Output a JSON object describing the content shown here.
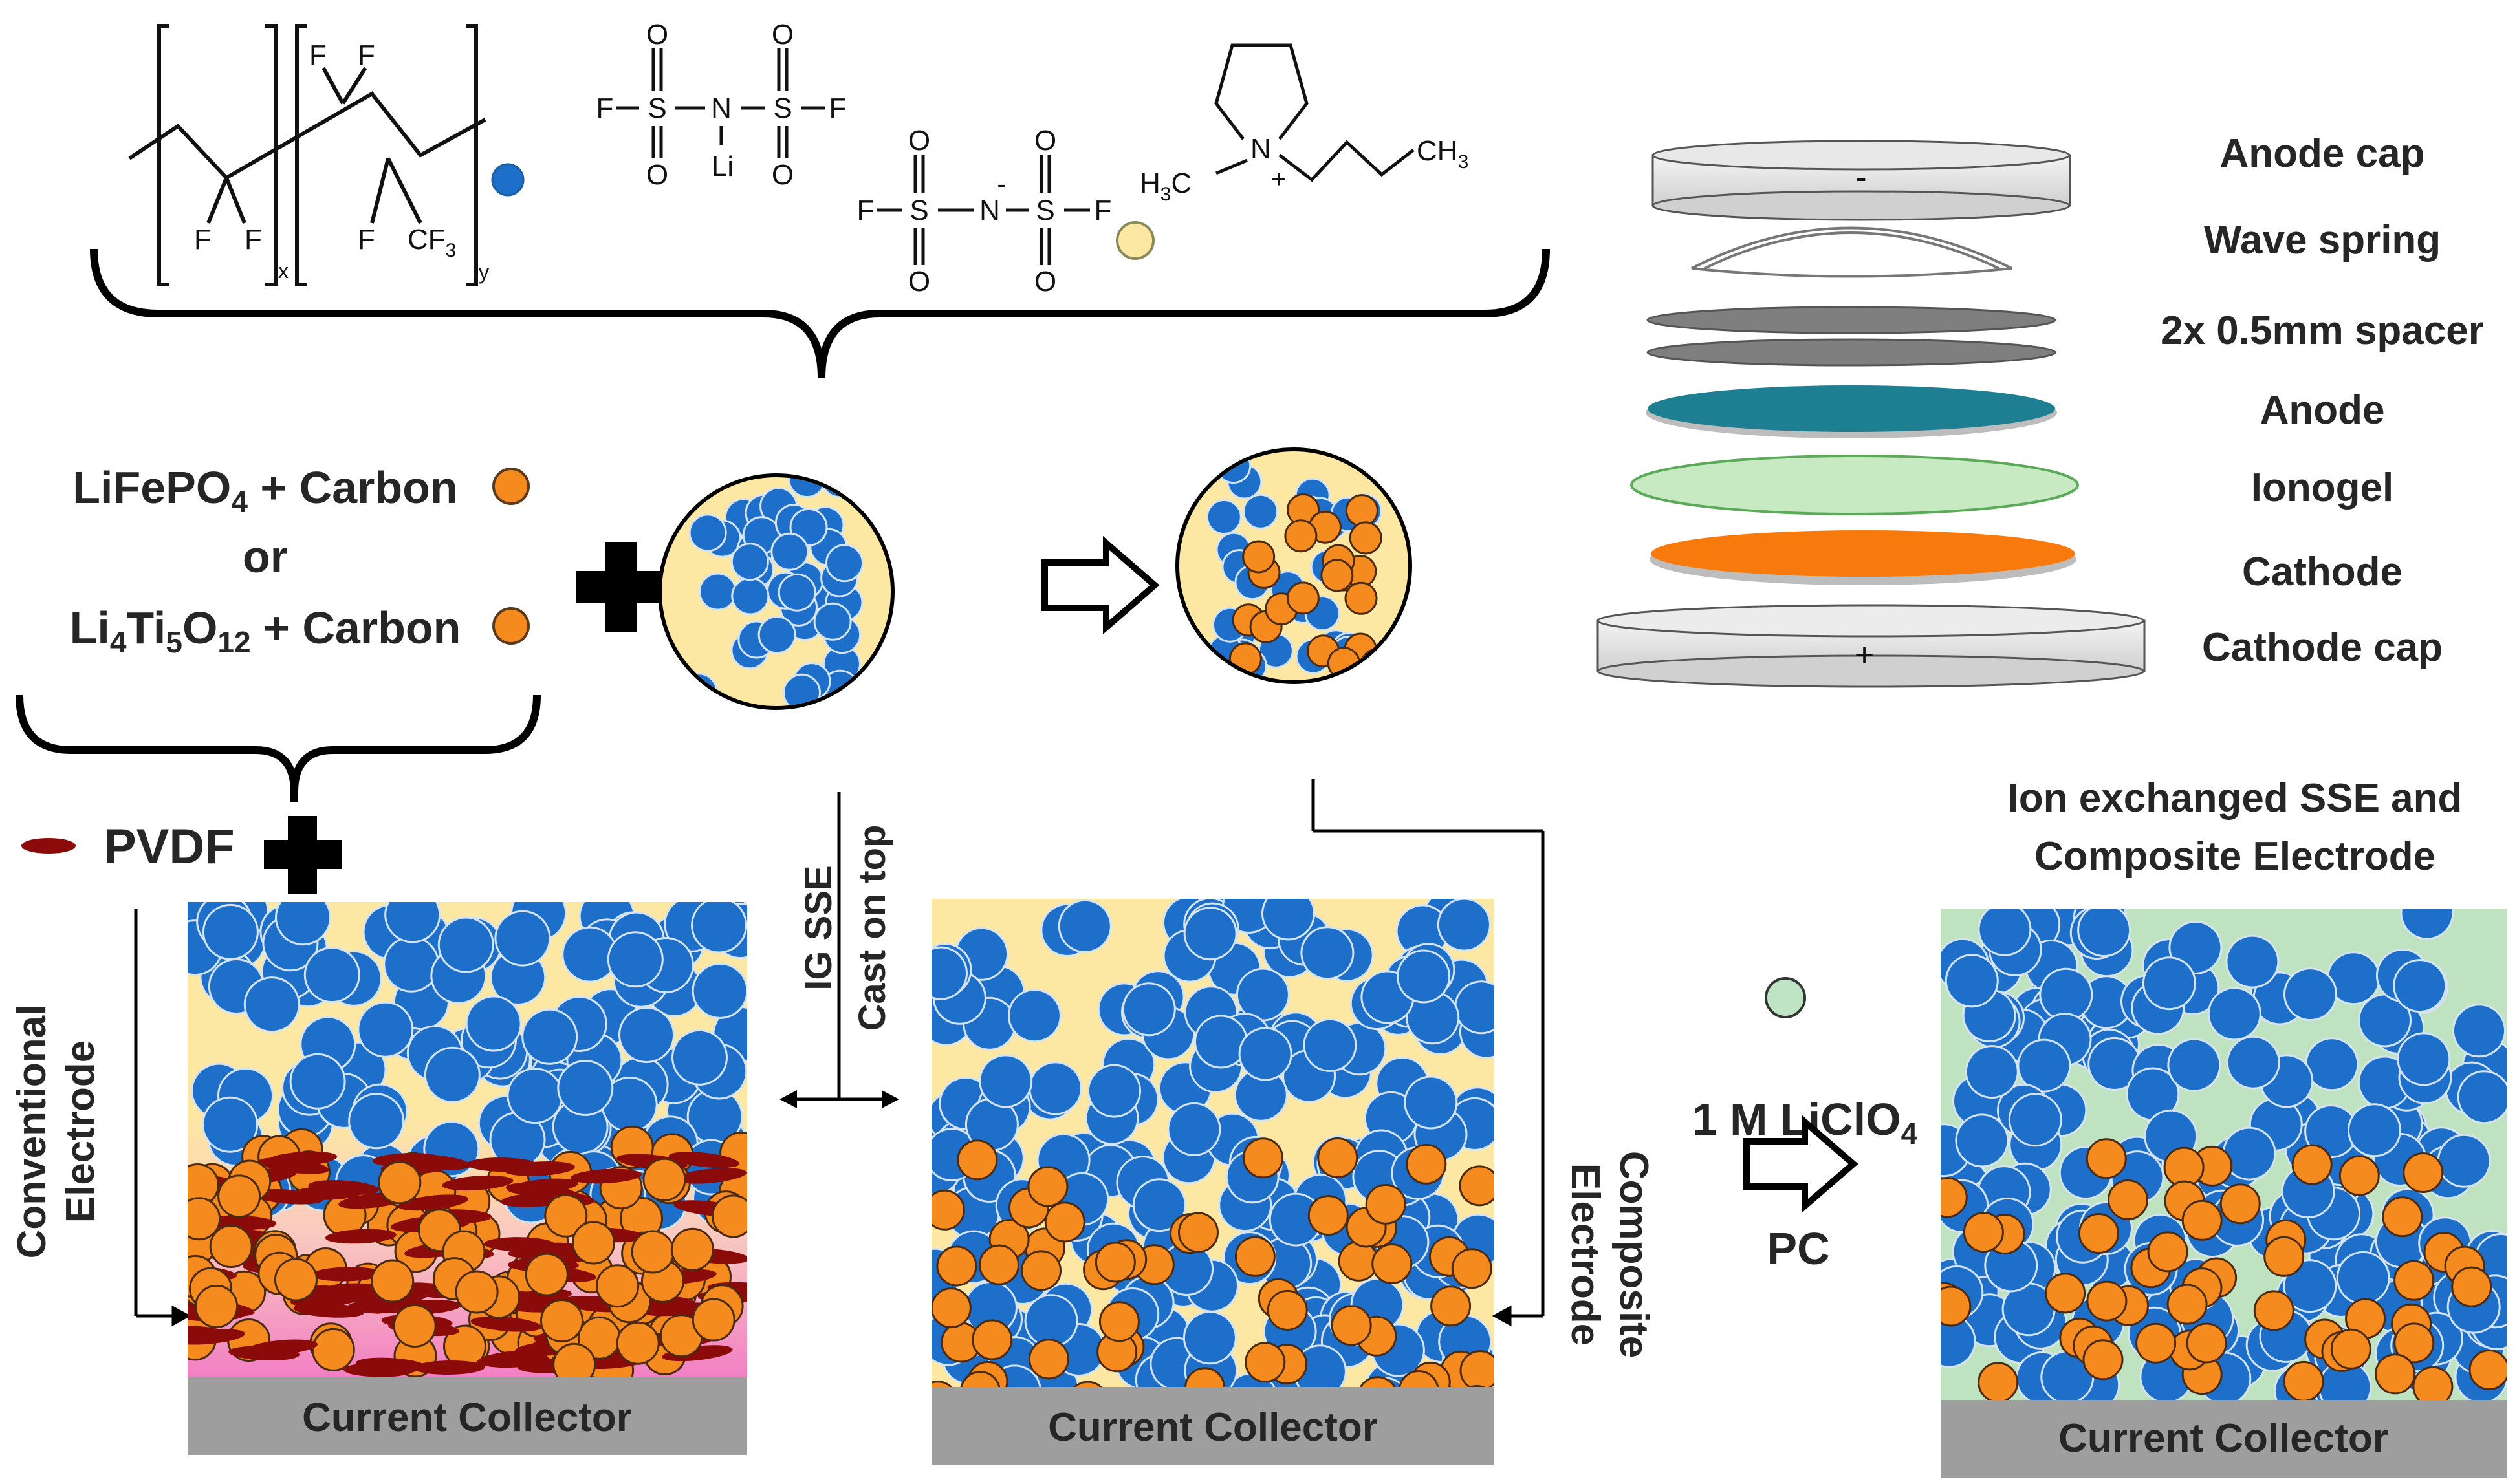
{
  "chemistry": {
    "pvdf_hfp": {
      "f1": "F",
      "f2": "F",
      "f3": "F",
      "f4": "F",
      "f5": "F",
      "cf3": "CF",
      "cf3_sub": "3",
      "sub_x": "x",
      "sub_y": "y"
    },
    "litfsi": {
      "f_left": "F",
      "s_left": "S",
      "n": "N",
      "s_right": "S",
      "f_right": "F",
      "o1": "O",
      "o2": "O",
      "o3": "O",
      "o4": "O",
      "li": "Li"
    },
    "tfsi_anion": {
      "f_left": "F",
      "s_left": "S",
      "n": "N",
      "minus": "-",
      "s_right": "S",
      "f_right": "F",
      "o1": "O",
      "o2": "O",
      "o3": "O",
      "o4": "O"
    },
    "pyrrolidinium": {
      "n": "N",
      "plus": "+",
      "h3c": "H",
      "h3c_sub": "3",
      "h3c_c": "C",
      "ch3": "CH",
      "ch3_sub": "3"
    }
  },
  "active_materials": {
    "line1_a": "LiFePO",
    "line1_sub": "4",
    "line1_b": " + Carbon",
    "or": "or",
    "line2_a": "Li",
    "line2_sub1": "4",
    "line2_b": "Ti",
    "line2_sub2": "5",
    "line2_c": "O",
    "line2_sub3": "12",
    "line2_d": " + Carbon"
  },
  "pvdf_label": "PVDF",
  "cast_label": {
    "line1": "IG SSE",
    "line2": "Cast on top"
  },
  "side_labels": {
    "conventional_1": "Conventional",
    "conventional_2": "Electrode",
    "composite_1": "Composite",
    "composite_2": "Electrode"
  },
  "current_collector": "Current Collector",
  "ion_exchange": {
    "title_1": "Ion exchanged SSE and",
    "title_2": "Composite Electrode",
    "salt_a": "1 M LiClO",
    "salt_sub": "4",
    "solvent": "PC"
  },
  "cell_stack": {
    "labels": [
      "Anode cap",
      "Wave spring",
      "2x 0.5mm spacer",
      "Anode",
      "Ionogel",
      "Cathode",
      "Cathode cap"
    ],
    "anode_sign": "-",
    "cathode_sign": "+"
  },
  "colors": {
    "blue_particle": "#1e6fc9",
    "orange_particle": "#f58a1f",
    "ionogel_bg": "#fde8a3",
    "pvdf_binder": "#8b0a0a",
    "li_ion": "#bfe3c5",
    "collector": "#9e9e9e",
    "exchanged_bg": "#bfe3c0",
    "anode": "#1f7f92",
    "cathode": "#f97a0c"
  }
}
